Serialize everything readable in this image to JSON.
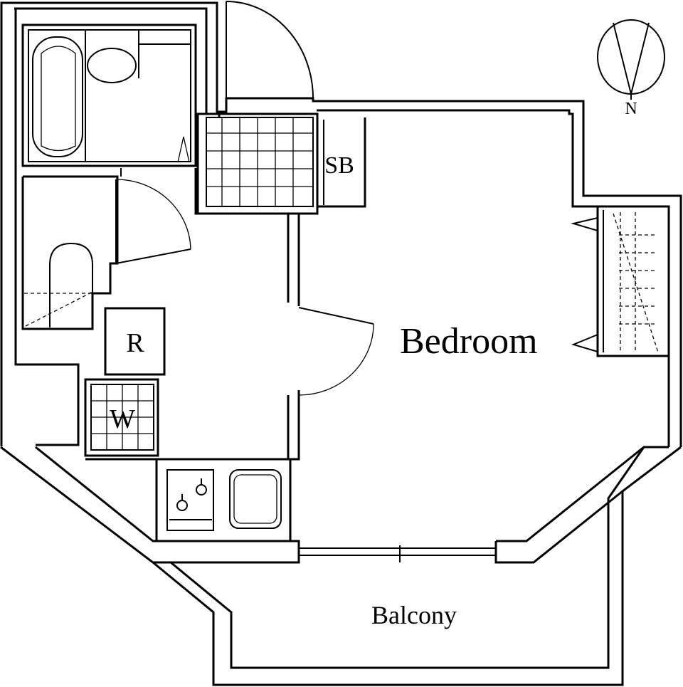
{
  "labels": {
    "bedroom": "Bedroom",
    "balcony": "Balcony",
    "refrigerator": "R",
    "washer": "W",
    "shoe_box": "SB",
    "north": "N"
  }
}
